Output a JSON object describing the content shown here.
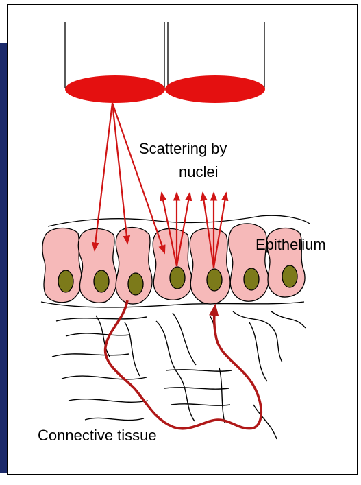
{
  "labels": {
    "scattering_line1": "Scattering by",
    "scattering_line2": "nuclei",
    "epithelium": "Epithelium",
    "connective_tissue": "Connective tissue"
  },
  "colors": {
    "fiber_red": "#e41010",
    "light_path": "#d01515",
    "connective_path": "#b01818",
    "cell_fill": "#f6b9b9",
    "nucleus_fill": "#7c7a1a",
    "sidebar": "#1c2a6b"
  }
}
